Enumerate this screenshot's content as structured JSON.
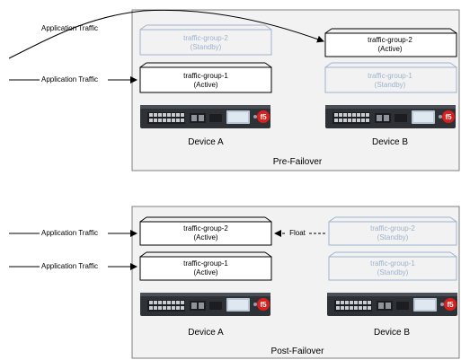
{
  "panels": [
    {
      "caption": "Pre-Failover",
      "device_a": {
        "name": "Device A",
        "groups": [
          {
            "name": "traffic-group-2",
            "status": "(Standby)",
            "state": "standby"
          },
          {
            "name": "traffic-group-1",
            "status": "(Active)",
            "state": "active"
          }
        ]
      },
      "device_b": {
        "name": "Device B",
        "groups": [
          {
            "name": "traffic-group-2",
            "status": "(Active)",
            "state": "active"
          },
          {
            "name": "traffic-group-1",
            "status": "(Standby)",
            "state": "standby"
          }
        ]
      },
      "flows": [
        "Application Traffic",
        "Application Traffic"
      ]
    },
    {
      "caption": "Post-Failover",
      "device_a": {
        "name": "Device A",
        "groups": [
          {
            "name": "traffic-group-2",
            "status": "(Active)",
            "state": "active"
          },
          {
            "name": "traffic-group-1",
            "status": "(Active)",
            "state": "active"
          }
        ]
      },
      "device_b": {
        "name": "Device B",
        "groups": [
          {
            "name": "traffic-group-2",
            "status": "(Standby)",
            "state": "standby"
          },
          {
            "name": "traffic-group-1",
            "status": "(Standby)",
            "state": "standby"
          }
        ]
      },
      "flows": [
        "Application Traffic",
        "Application Traffic"
      ],
      "float_label": "Float"
    }
  ],
  "colors": {
    "active_text": "#000000",
    "standby_text": "#9db3cf",
    "panel_bg": "#f2f2f2",
    "device_body": "#2e3136",
    "logo_red": "#d9201f"
  }
}
